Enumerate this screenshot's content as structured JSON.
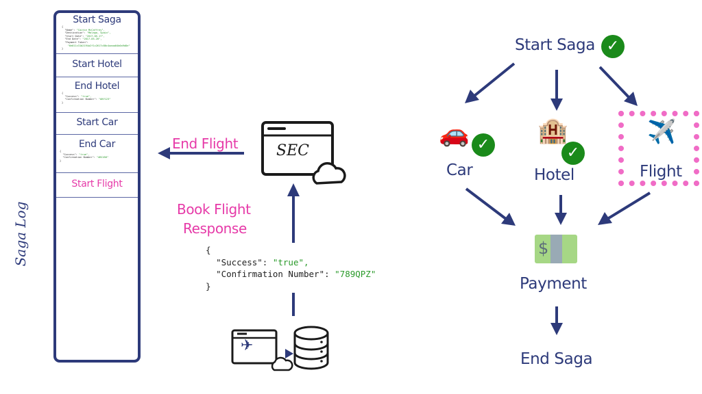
{
  "saga_log": {
    "label": "Saga Log",
    "entries": [
      {
        "title": "Start Saga",
        "color": "navy",
        "json": {
          "open": "{",
          "lines": [
            {
              "key": "\"Name\": ",
              "value": "\"Caitie McCaffrey\","
            },
            {
              "key": "\"Destination\": ",
              "value": "\"Malaga, Spain\","
            },
            {
              "key": "\"Start Date\": ",
              "value": "\"2017-05-17\","
            },
            {
              "key": "\"End Date\": ",
              "value": "\"2017-05-20\","
            },
            {
              "key": "\"Payment Token\":",
              "value": ""
            },
            {
              "key": "  ",
              "value": "\"6e011c31b2194a2f1c2617c80c4aaaa04b6a9d8e\""
            }
          ],
          "close": "}"
        }
      },
      {
        "title": "Start Hotel",
        "color": "navy"
      },
      {
        "title": "End Hotel",
        "color": "navy",
        "json": {
          "open": "{",
          "lines": [
            {
              "key": "\"Success\": ",
              "value": "\"true\","
            },
            {
              "key": "\"Confirmation Number\": ",
              "value": "\"WXY123\""
            }
          ],
          "close": "}"
        }
      },
      {
        "title": "Start Car",
        "color": "navy"
      },
      {
        "title": "End Car",
        "color": "navy",
        "json": {
          "open": "{",
          "lines": [
            {
              "key": "\"Success\": ",
              "value": "\"true\","
            },
            {
              "key": "\"Confirmation Number\": ",
              "value": "\"ABC456\""
            }
          ],
          "close": "}"
        }
      },
      {
        "title": "Start Flight",
        "color": "pink"
      }
    ]
  },
  "sec": {
    "label": "SEC",
    "end_flight_label": "End Flight",
    "response_label_line1": "Book Flight",
    "response_label_line2": "Response",
    "response_json": {
      "open": "{",
      "lines": [
        {
          "key": "\"Success\": ",
          "value": "\"true\","
        },
        {
          "key": "\"Confirmation Number\": ",
          "value": "\"789QPZ\""
        }
      ],
      "close": "}"
    }
  },
  "flow": {
    "start": {
      "label": "Start Saga",
      "completed": true
    },
    "car": {
      "label": "Car",
      "icon": "🚗",
      "completed": true
    },
    "hotel": {
      "label": "Hotel",
      "icon": "🏨",
      "completed": true
    },
    "flight": {
      "label": "Flight",
      "icon": "✈️",
      "completed": false,
      "highlighted": true
    },
    "payment": {
      "label": "Payment",
      "icon": "$"
    },
    "end": {
      "label": "End Saga"
    }
  },
  "colors": {
    "navy": "#2d3a7a",
    "pink": "#e63aa8",
    "check_green": "#1a8a1a",
    "highlight_pink": "#f06cc6"
  }
}
